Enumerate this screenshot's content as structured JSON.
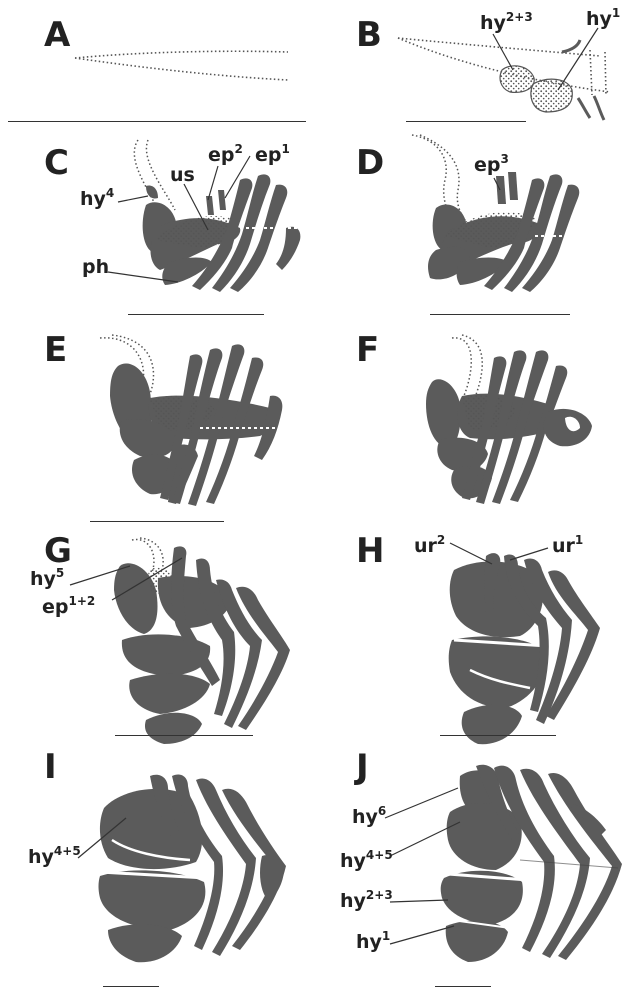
{
  "panels": [
    {
      "id": "A",
      "label": "A"
    },
    {
      "id": "B",
      "label": "B"
    },
    {
      "id": "C",
      "label": "C"
    },
    {
      "id": "D",
      "label": "D"
    },
    {
      "id": "E",
      "label": "E"
    },
    {
      "id": "F",
      "label": "F"
    },
    {
      "id": "G",
      "label": "G"
    },
    {
      "id": "H",
      "label": "H"
    },
    {
      "id": "I",
      "label": "I"
    },
    {
      "id": "J",
      "label": "J"
    }
  ],
  "annotations": {
    "b_hy23": {
      "base": "hy",
      "sup": "2+3"
    },
    "b_hy1": {
      "base": "hy",
      "sup": "1"
    },
    "c_us": {
      "base": "us",
      "sup": ""
    },
    "c_ep2": {
      "base": "ep",
      "sup": "2"
    },
    "c_ep1": {
      "base": "ep",
      "sup": "1"
    },
    "c_hy4": {
      "base": "hy",
      "sup": "4"
    },
    "c_ph": {
      "base": "ph",
      "sup": ""
    },
    "d_ep3": {
      "base": "ep",
      "sup": "3"
    },
    "g_hy5": {
      "base": "hy",
      "sup": "5"
    },
    "g_ep12": {
      "base": "ep",
      "sup": "1+2"
    },
    "h_ur2": {
      "base": "ur",
      "sup": "2"
    },
    "h_ur1": {
      "base": "ur",
      "sup": "1"
    },
    "i_hy45": {
      "base": "hy",
      "sup": "4+5"
    },
    "j_hy6": {
      "base": "hy",
      "sup": "6"
    },
    "j_hy45": {
      "base": "hy",
      "sup": "4+5"
    },
    "j_hy23": {
      "base": "hy",
      "sup": "2+3"
    },
    "j_hy1": {
      "base": "hy",
      "sup": "1"
    }
  },
  "colors": {
    "bone": "#5b5b5b",
    "stipple": "#555555",
    "line": "#333333",
    "text": "#222222"
  }
}
